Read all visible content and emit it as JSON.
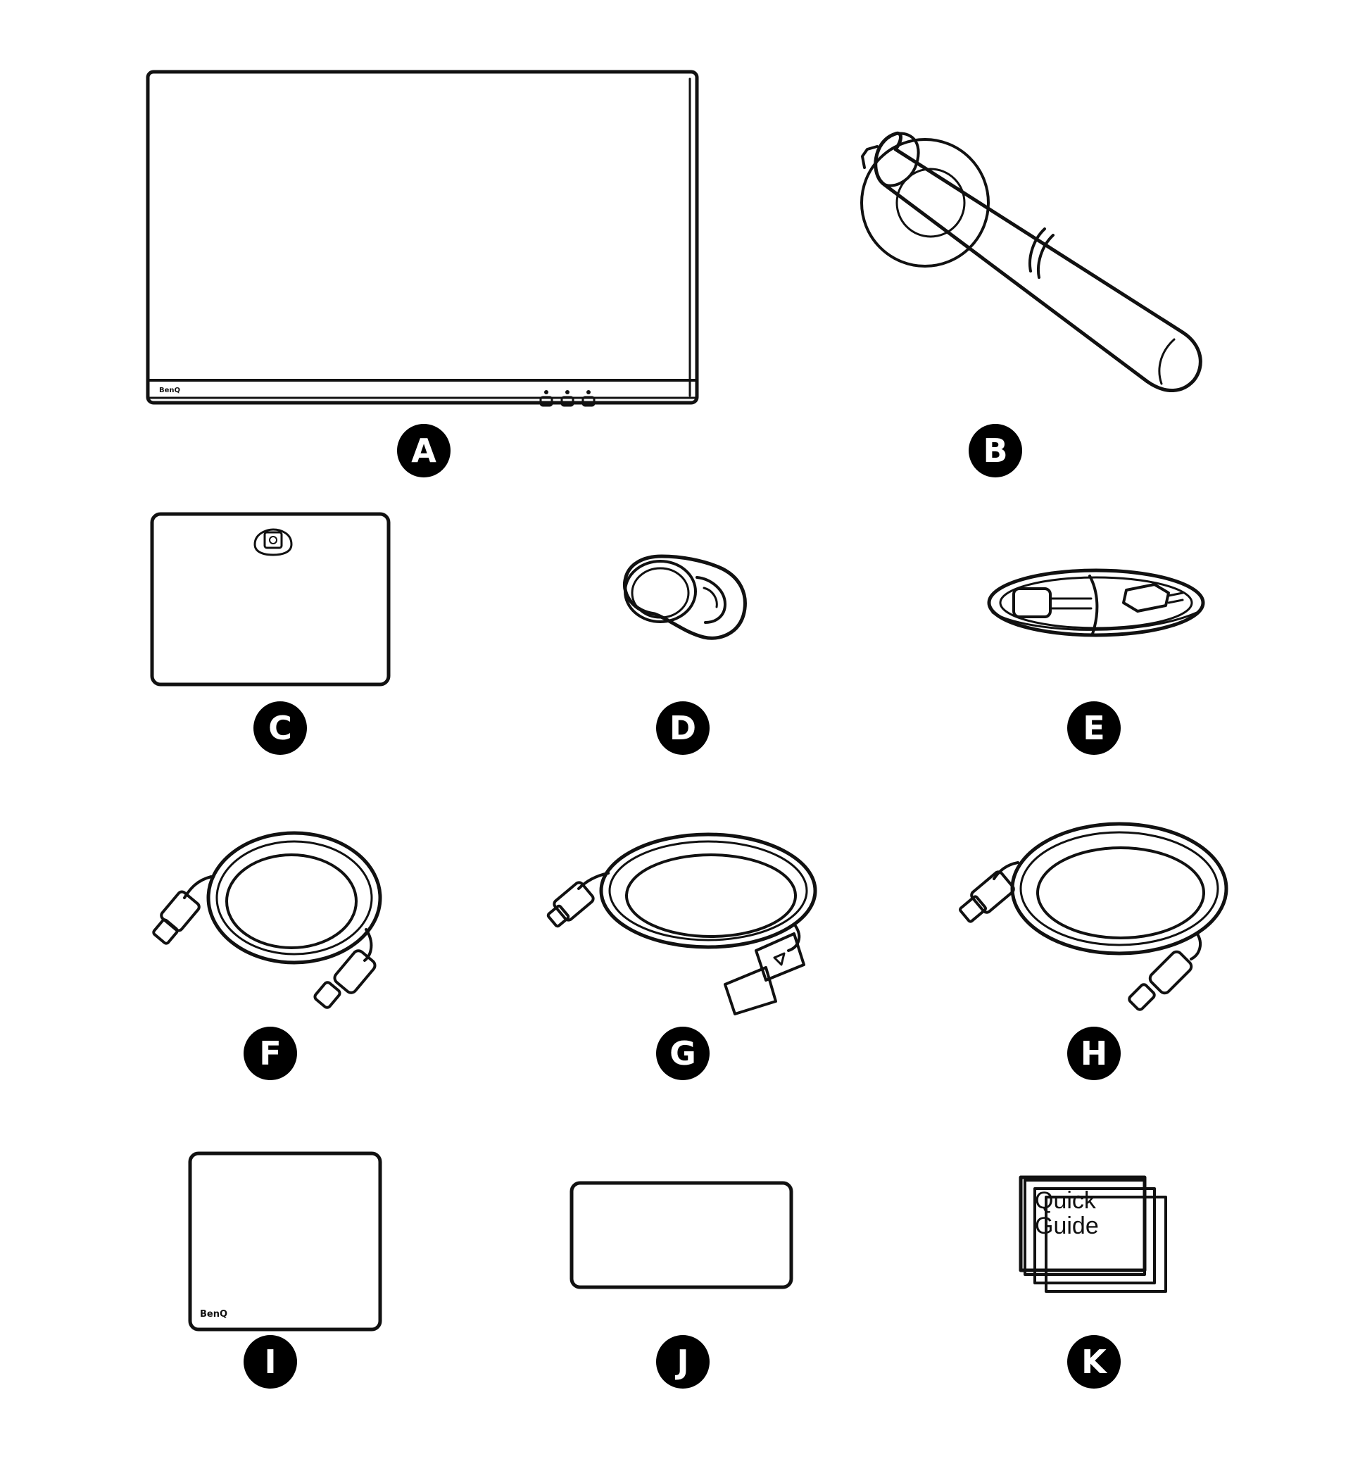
{
  "items": [
    {
      "id": "A",
      "letter": "A"
    },
    {
      "id": "B",
      "letter": "B"
    },
    {
      "id": "C",
      "letter": "C"
    },
    {
      "id": "D",
      "letter": "D"
    },
    {
      "id": "E",
      "letter": "E"
    },
    {
      "id": "F",
      "letter": "F"
    },
    {
      "id": "G",
      "letter": "G"
    },
    {
      "id": "H",
      "letter": "H"
    },
    {
      "id": "I",
      "letter": "I"
    },
    {
      "id": "J",
      "letter": "J"
    },
    {
      "id": "K",
      "letter": "K"
    }
  ],
  "brand": "BenQ",
  "quick_guide": {
    "line1": "Quick",
    "line2": "Guide"
  },
  "icons": {
    "A": "monitor-icon",
    "B": "stand-arm-icon",
    "C": "back-cover-icon",
    "D": "cable-clip-icon",
    "E": "power-cord-icon",
    "F": "usb-c-cable-icon",
    "G": "displayport-cable-icon",
    "H": "usb-a-to-c-cable-icon",
    "I": "mouse-pad-icon",
    "J": "card-icon",
    "K": "quick-guide-icon"
  },
  "colors": {
    "line": "#111111",
    "badge": "#000000",
    "badge_text": "#ffffff",
    "background": "#ffffff"
  }
}
